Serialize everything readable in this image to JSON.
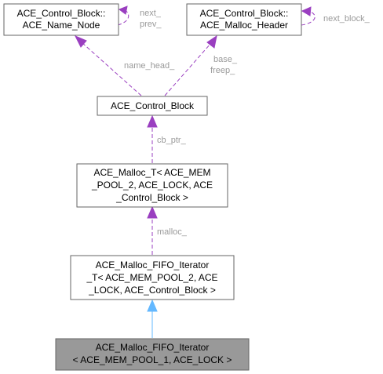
{
  "nodes": {
    "name_node": {
      "lines": [
        "ACE_Control_Block::",
        "ACE_Name_Node"
      ]
    },
    "malloc_header": {
      "lines": [
        "ACE_Control_Block::",
        "ACE_Malloc_Header"
      ]
    },
    "control_block": {
      "lines": [
        "ACE_Control_Block"
      ]
    },
    "malloc_t": {
      "lines": [
        "ACE_Malloc_T< ACE_MEM",
        "_POOL_2, ACE_LOCK, ACE",
        "_Control_Block >"
      ]
    },
    "fifo_iterator_t": {
      "lines": [
        "ACE_Malloc_FIFO_Iterator",
        "_T< ACE_MEM_POOL_2, ACE",
        "_LOCK, ACE_Control_Block >"
      ]
    },
    "fifo_iterator": {
      "lines": [
        "ACE_Malloc_FIFO_Iterator",
        "< ACE_MEM_POOL_1, ACE_LOCK >"
      ]
    }
  },
  "edges": {
    "name_node_self": {
      "lines": [
        "next_",
        "prev_"
      ]
    },
    "malloc_header_self": {
      "lines": [
        "next_block_"
      ]
    },
    "name_head": {
      "lines": [
        "name_head_"
      ]
    },
    "base_freep": {
      "lines": [
        "base_",
        "freep_"
      ]
    },
    "cb_ptr": {
      "lines": [
        "cb_ptr_"
      ]
    },
    "malloc": {
      "lines": [
        "malloc_"
      ]
    }
  },
  "colors": {
    "usage_edge": "#9a3fc0",
    "inheritance_edge": "#63b8ff",
    "focus_fill": "#999999",
    "label_text": "#9a9a9a"
  }
}
